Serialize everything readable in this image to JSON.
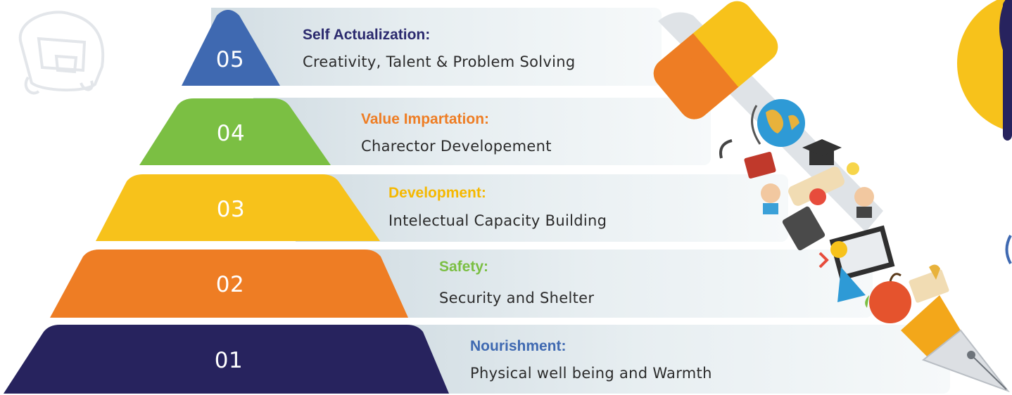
{
  "colors": {
    "level_05": "#3f69b1",
    "level_04": "#7bbf43",
    "level_03": "#f7c21b",
    "level_02": "#ee7d24",
    "level_01": "#27235e",
    "heading_05": "#2b2a6e",
    "heading_04": "#ee7d24",
    "heading_03": "#f5b800",
    "heading_02": "#7bbf43",
    "heading_01": "#3f69b1"
  },
  "levels": [
    {
      "number": "05",
      "heading": "Self Actualization:",
      "description": "Creativity, Talent & Problem Solving"
    },
    {
      "number": "04",
      "heading": "Value Impartation:",
      "description": "Charector Developement"
    },
    {
      "number": "03",
      "heading": "Development:",
      "description": "Intelectual Capacity Building"
    },
    {
      "number": "02",
      "heading": "Safety:",
      "description": "Security and Shelter"
    },
    {
      "number": "01",
      "heading": "Nourishment:",
      "description": "Physical well being and Warmth"
    }
  ],
  "decor": {
    "pen_icon": "education-pen-icon",
    "backpack_icon": "backpack-outline-icon",
    "corner_shape": "yellow-circle-decoration"
  }
}
